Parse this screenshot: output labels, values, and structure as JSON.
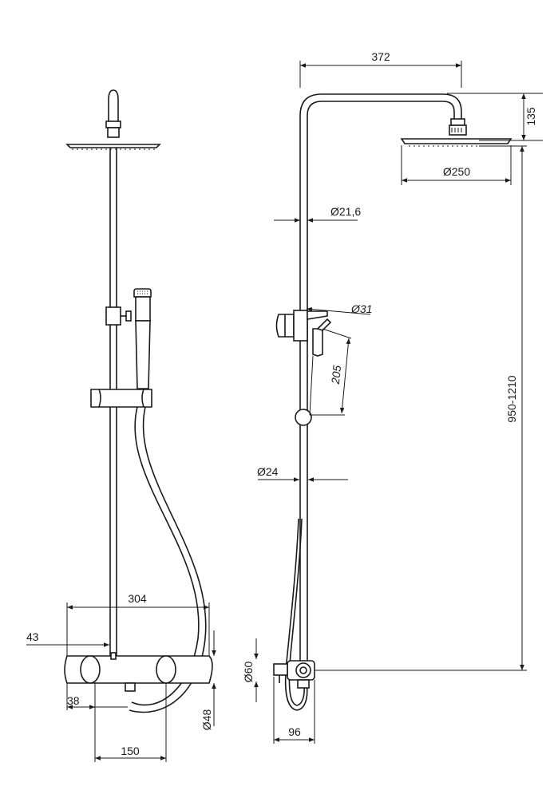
{
  "dimensions": {
    "width_bar": "372",
    "head_height": "135",
    "head_diameter": "Ø250",
    "pipe_diameter": "Ø21,6",
    "holder_diameter": "Ø31",
    "handshower_length": "205",
    "height_range": "950-1210",
    "rod_diameter": "Ø24",
    "mixer_width": "304",
    "offset_43": "43",
    "offset_38": "38",
    "spacing_150": "150",
    "mixer_diameter": "Ø48",
    "mixer_height": "Ø60",
    "wall_depth": "96"
  }
}
